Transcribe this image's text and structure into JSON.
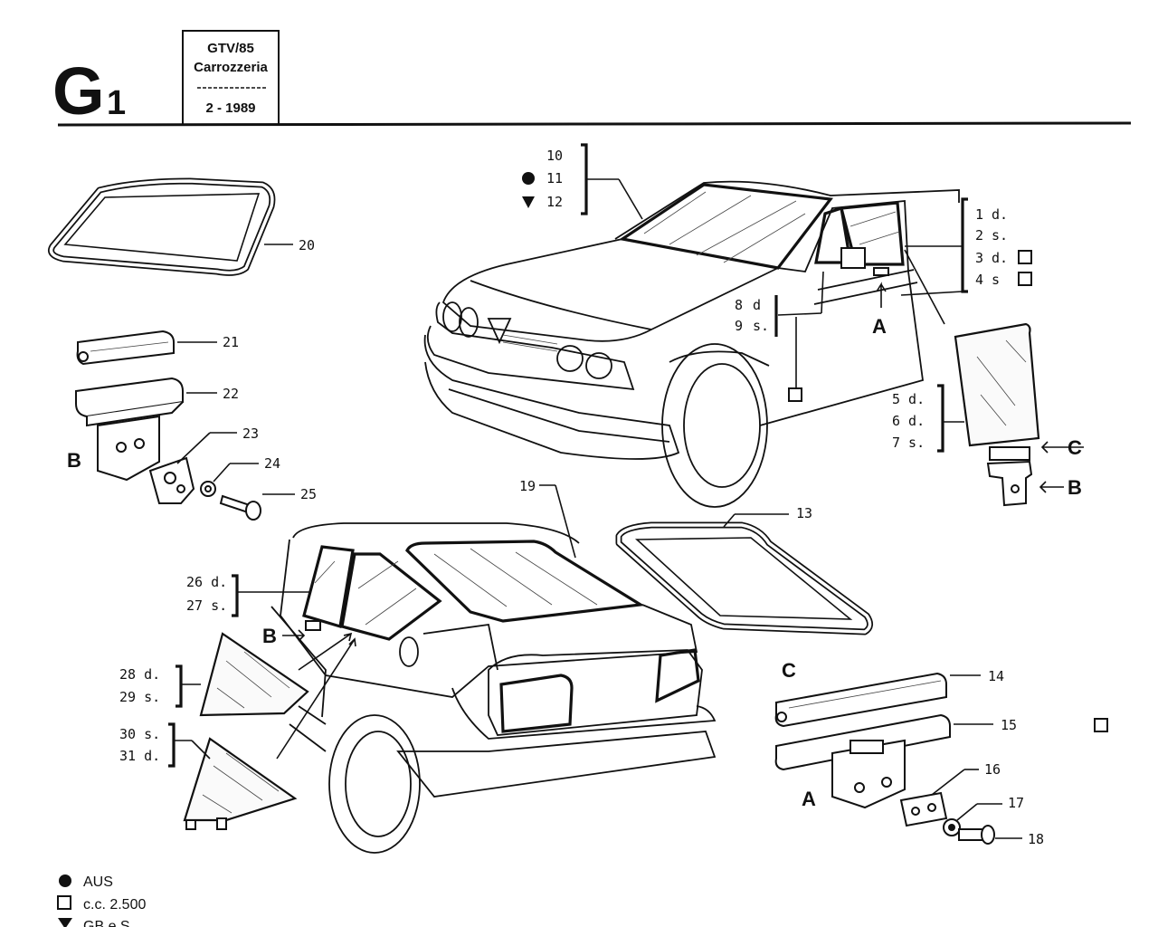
{
  "header": {
    "page_letter": "G",
    "page_number": "1",
    "model": "GTV/85",
    "section": "Carrozzeria",
    "rule": "--------",
    "date": "2 - 1989"
  },
  "callouts": {
    "c10": "10",
    "c11": "11",
    "c12": "12",
    "c1": "1",
    "c1s": "d.",
    "c2": "2",
    "c2s": "s.",
    "c3": "3",
    "c3s": "d.",
    "c4": "4",
    "c4s": "s",
    "c8": "8",
    "c8s": "d",
    "c9": "9",
    "c9s": "s.",
    "c5": "5 d.",
    "c6": "6 d.",
    "c7": "7 s.",
    "c13": "13",
    "c14": "14",
    "c15": "15",
    "c16": "16",
    "c17": "17",
    "c18": "18",
    "c19": "19",
    "c20": "20",
    "c21": "21",
    "c22": "22",
    "c23": "23",
    "c24": "24",
    "c25": "25",
    "c26": "26 d.",
    "c27": "27 s.",
    "c28": "28 d.",
    "c29": "29 s.",
    "c30": "30 s.",
    "c31": "31 d."
  },
  "refs": {
    "A1": "A",
    "A2": "A",
    "B1": "B",
    "B2": "B",
    "B3": "B",
    "C1": "C",
    "C2": "C"
  },
  "legend": [
    {
      "symbol": "filled-circle",
      "text": "AUS"
    },
    {
      "symbol": "square",
      "text": "c.c. 2.500"
    },
    {
      "symbol": "filled-triangle",
      "text": "GB e S"
    }
  ]
}
